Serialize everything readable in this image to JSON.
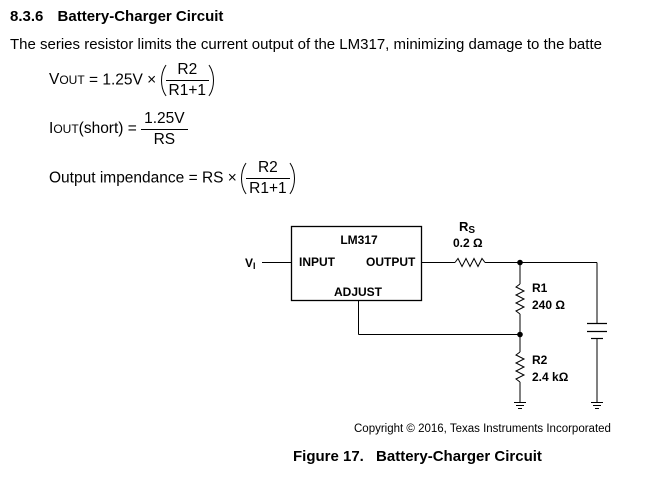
{
  "section": {
    "number": "8.3.6",
    "title": "Battery-Charger Circuit"
  },
  "body_text": "The series resistor limits the current output of the LM317, minimizing damage to the batte",
  "equations": {
    "vout": {
      "lhs_main": "V",
      "lhs_sub": "OUT",
      "rhs_prefix": "= 1.25V ×",
      "numerator": "R2",
      "denominator": "R1+1"
    },
    "iout": {
      "lhs_main": "I",
      "lhs_sub": "OUT",
      "lhs_suffix": "(short) =",
      "numerator": "1.25V",
      "denominator": "RS"
    },
    "impedance": {
      "lhs": "Output impendance = RS ×",
      "numerator": "R2",
      "denominator": "R1+1"
    }
  },
  "circuit": {
    "ic_name": "LM317",
    "input_label": "INPUT",
    "output_label": "OUTPUT",
    "adjust_label": "ADJUST",
    "vin_main": "V",
    "vin_sub": "I",
    "rs_main": "R",
    "rs_sub": "S",
    "rs_value": "0.2 Ω",
    "r1_name": "R1",
    "r1_value": "240 Ω",
    "r2_name": "R2",
    "r2_value": "2.4 kΩ"
  },
  "copyright": "Copyright © 2016, Texas Instruments Incorporated",
  "figure": {
    "label": "Figure 17.",
    "title": "Battery-Charger Circuit"
  }
}
